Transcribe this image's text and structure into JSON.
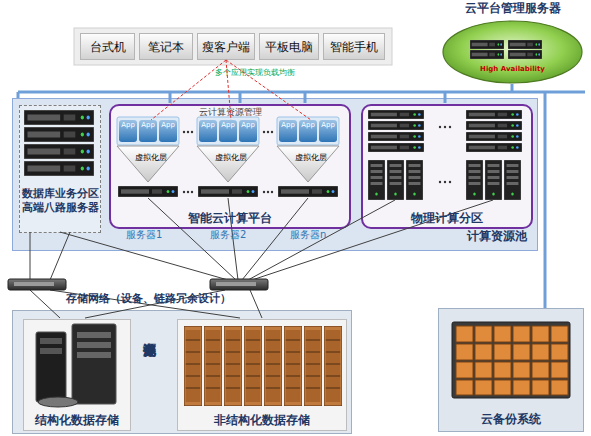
{
  "diagram": {
    "nodes": [
      {
        "text": [
          "台式机"
        ]
      },
      {
        "text": [
          "笔记本"
        ]
      },
      {
        "text": [
          "瘦客户端"
        ]
      },
      {
        "text": [
          "平板电脑"
        ]
      },
      {
        "text": [
          "智能手机"
        ]
      },
      {
        "text": [
          "云平台管理服务器",
          "High Availability"
        ]
      },
      {
        "text": [
          "计算资源池"
        ]
      },
      {
        "text": [
          "数据库业务分区 高端八路服务器"
        ],
        "in": 6
      },
      {
        "text": [
          "云计算资源管理",
          "智能云计算平台"
        ],
        "in": 6
      },
      {
        "text": [
          "虚拟化层"
        ],
        "in": 8
      },
      {
        "text": [
          "虚拟化层"
        ],
        "in": 8
      },
      {
        "text": [
          "虚拟化层"
        ],
        "in": 8
      },
      {
        "text": [
          "物理计算分区"
        ],
        "in": 6
      },
      {
        "text": [
          "存储资源池"
        ]
      },
      {
        "text": [
          "结构化数据存储"
        ],
        "in": 13
      },
      {
        "text": [
          "非结构化数据存储"
        ],
        "in": 13
      },
      {
        "text": [
          "云备份系统"
        ]
      }
    ],
    "edges": [
      {
        "from": 2,
        "to": 9,
        "arrow": "none"
      },
      {
        "from": 2,
        "to": 10,
        "arrow": "none"
      },
      {
        "from": 2,
        "to": 11,
        "arrow": "none"
      }
    ],
    "labels": [
      "多个应用实现负载均衡",
      "App",
      "App",
      "App",
      "App",
      "App",
      "App",
      "App",
      "App",
      "App",
      "服务器1",
      "服务器2",
      "服务器n",
      "存储网络（设备、链路冗余设计）"
    ]
  }
}
